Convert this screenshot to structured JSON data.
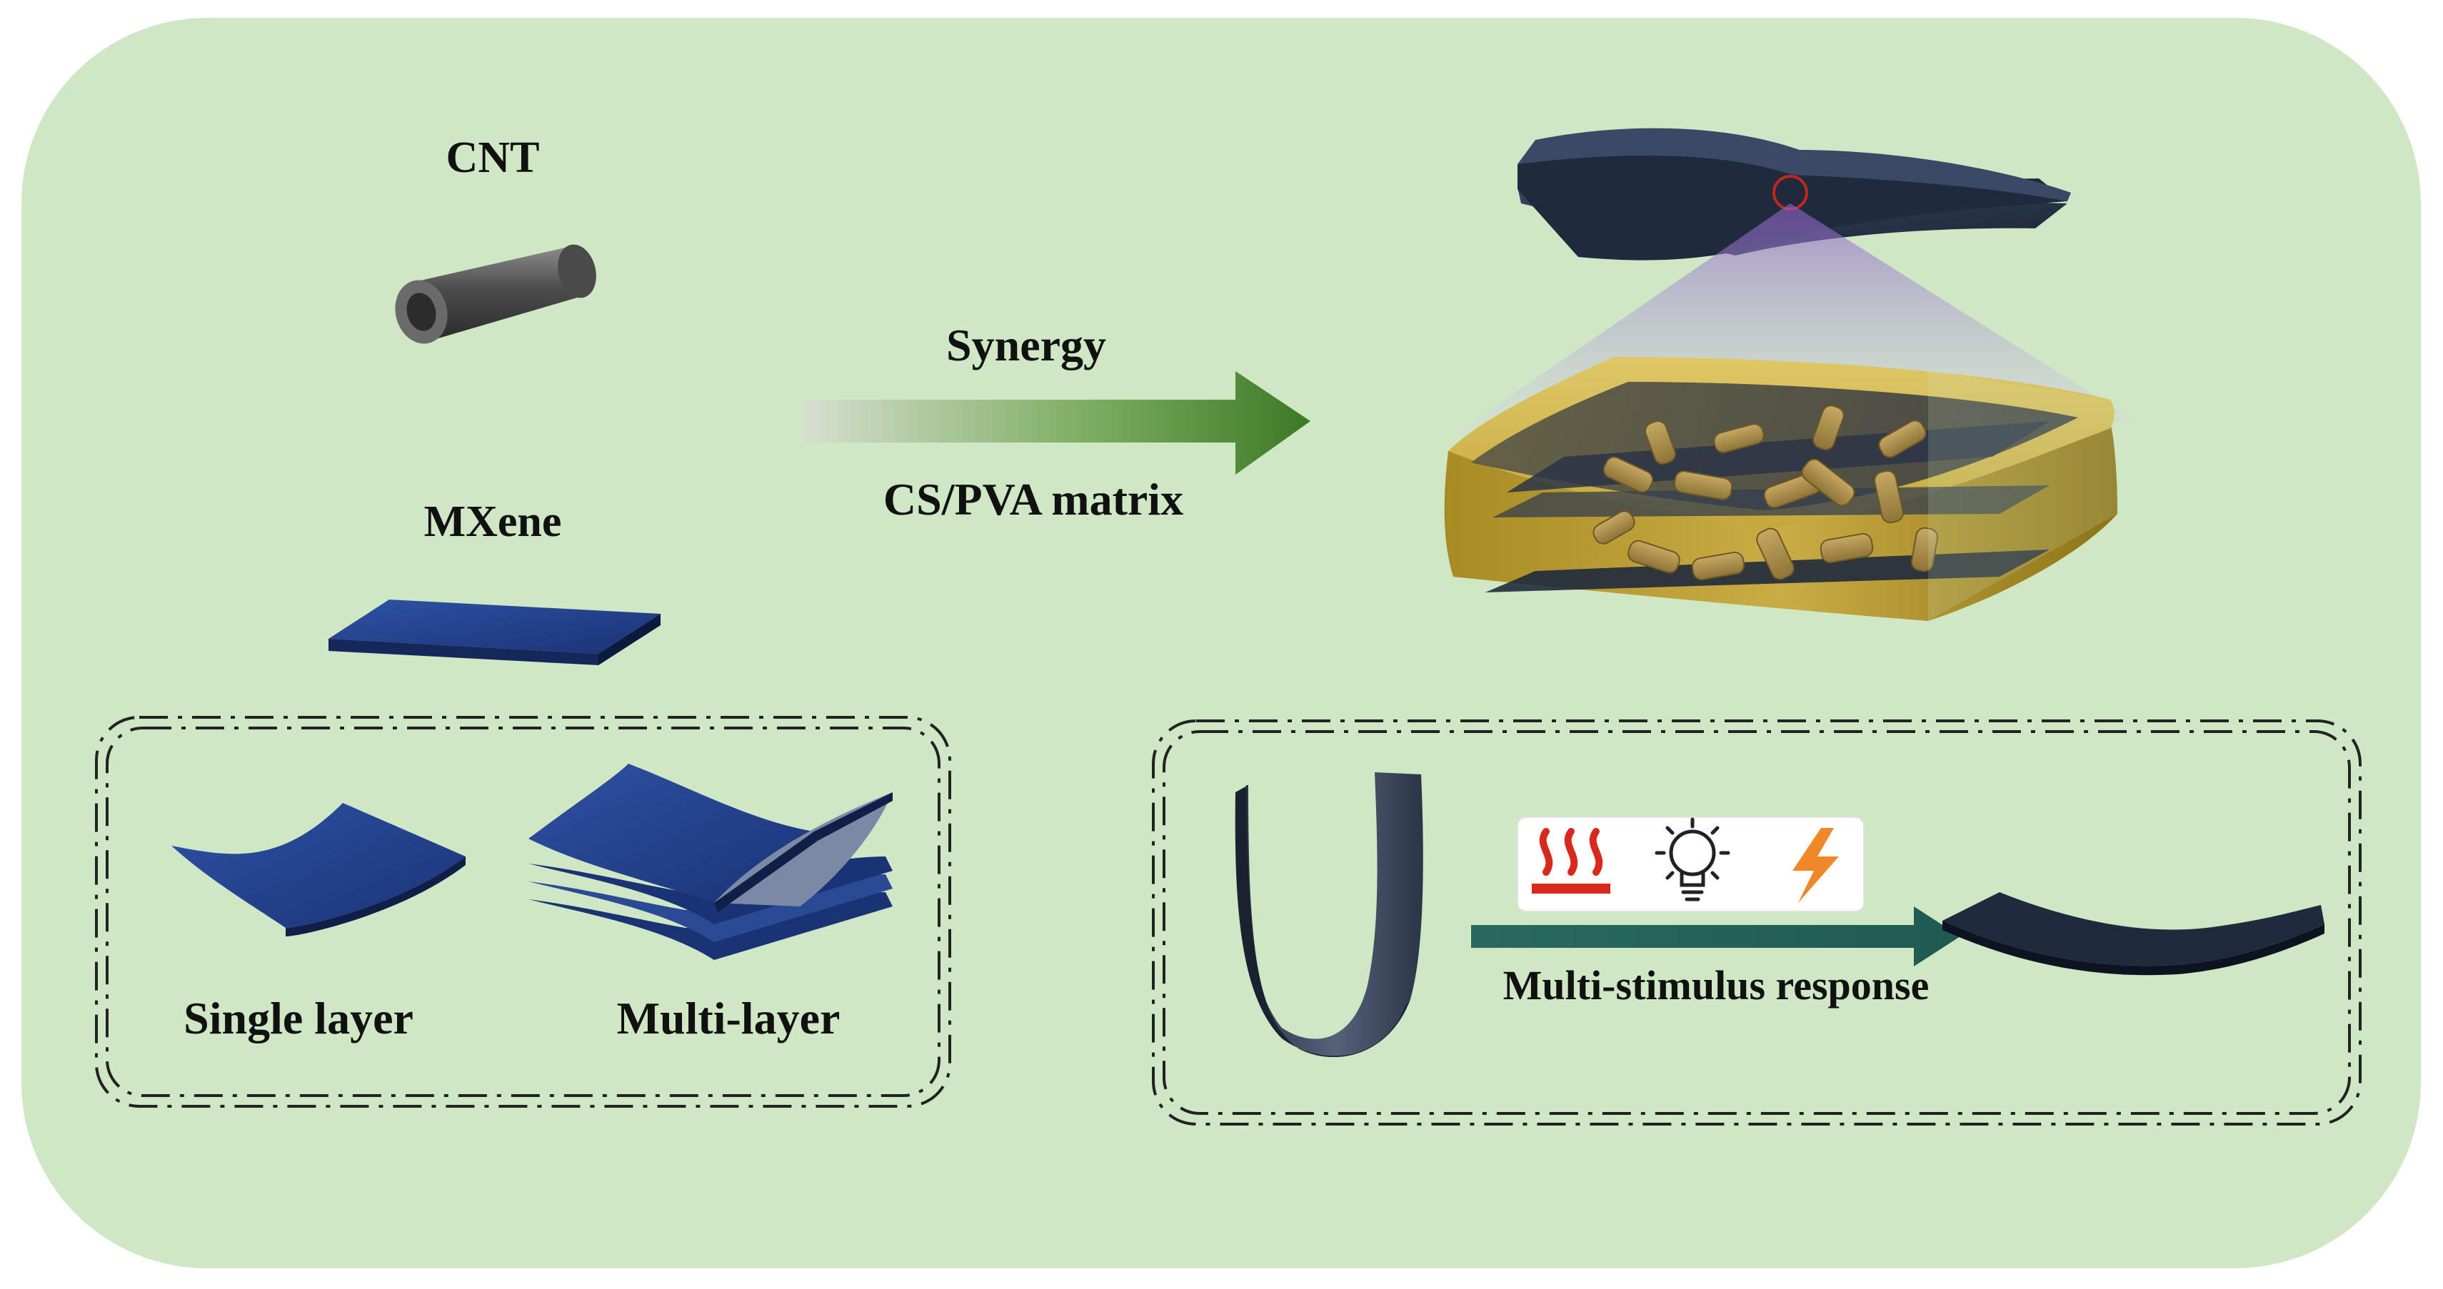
{
  "labels": {
    "cnt": "CNT",
    "mxene": "MXene",
    "synergy": "Synergy",
    "matrix": "CS/PVA matrix",
    "single_layer": "Single layer",
    "multi_layer": "Multi-layer",
    "response": "Multi-stimulus response"
  },
  "icons": [
    "heat-icon",
    "light-bulb-icon",
    "lightning-icon"
  ],
  "colors": {
    "background_panel": "#cfe7c4",
    "mxene_blue": "#1e3a78",
    "film_dark": "#1f2a3c",
    "arrow_green": "#3f7a27",
    "arrow_teal": "#1f5a52",
    "matrix_gold": "#c8ac3c",
    "heat_red": "#d9291c",
    "bolt_orange": "#f0882a"
  }
}
